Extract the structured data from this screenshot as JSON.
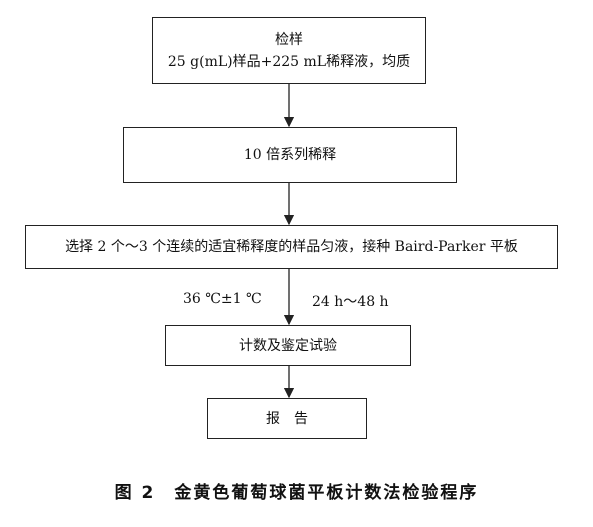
{
  "steps": {
    "sample": {
      "title": "检样",
      "detail": "25 g(mL)样品+225 mL稀释液，均质"
    },
    "dilution": {
      "label": "10 倍系列稀释"
    },
    "plating": {
      "label": "选择 2 个～3 个连续的适宜稀释度的样品匀液，接种 Baird-Parker 平板"
    },
    "identification": {
      "label": "计数及鉴定试验"
    },
    "report": {
      "label": "报　告"
    }
  },
  "incubation": {
    "temperature": "36 ℃±1 ℃",
    "time": "24 h～48 h"
  },
  "caption": "图 2　金黄色葡萄球菌平板计数法检验程序"
}
